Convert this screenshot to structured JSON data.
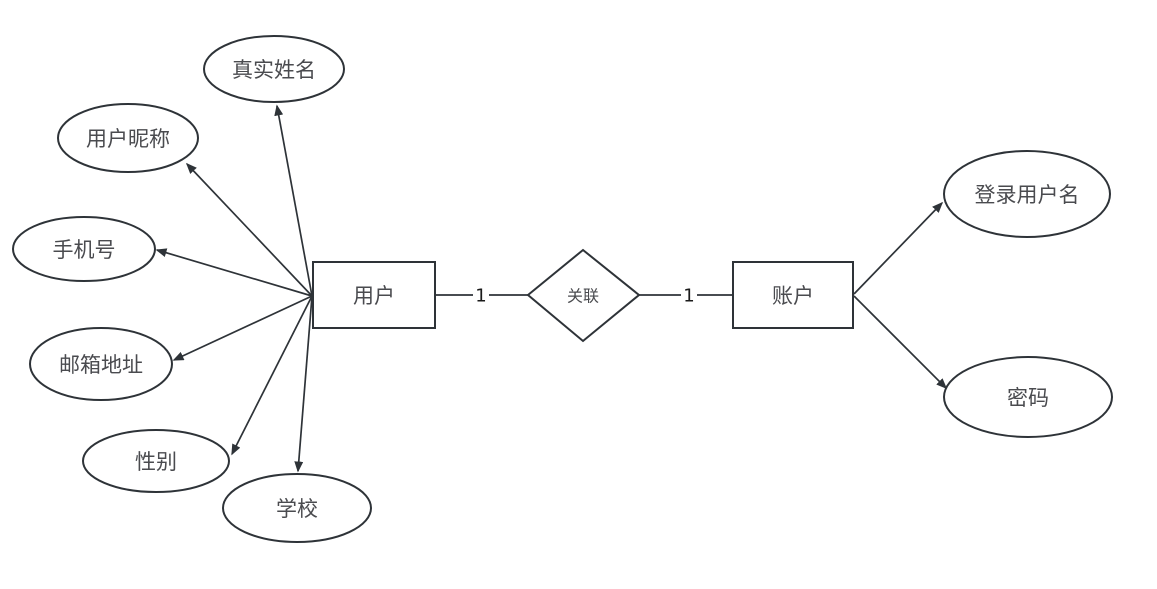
{
  "diagram": {
    "type": "er-diagram",
    "colors": {
      "stroke": "#2e3338",
      "text": "#4a4b4f",
      "background": "#ffffff"
    },
    "nodes": {
      "user_entity": {
        "label": "用户",
        "shape": "rectangle"
      },
      "account_entity": {
        "label": "账户",
        "shape": "rectangle"
      },
      "relation": {
        "label": "关联",
        "shape": "diamond"
      },
      "attr_real_name": {
        "label": "真实姓名",
        "shape": "ellipse",
        "owner": "用户"
      },
      "attr_nickname": {
        "label": "用户昵称",
        "shape": "ellipse",
        "owner": "用户"
      },
      "attr_phone": {
        "label": "手机号",
        "shape": "ellipse",
        "owner": "用户"
      },
      "attr_email": {
        "label": "邮箱地址",
        "shape": "ellipse",
        "owner": "用户"
      },
      "attr_gender": {
        "label": "性别",
        "shape": "ellipse",
        "owner": "用户"
      },
      "attr_school": {
        "label": "学校",
        "shape": "ellipse",
        "owner": "用户"
      },
      "attr_login_username": {
        "label": "登录用户名",
        "shape": "ellipse",
        "owner": "账户"
      },
      "attr_password": {
        "label": "密码",
        "shape": "ellipse",
        "owner": "账户"
      }
    },
    "edges": {
      "user_to_relation": {
        "cardinality": "1"
      },
      "relation_to_account": {
        "cardinality": "1"
      }
    }
  }
}
